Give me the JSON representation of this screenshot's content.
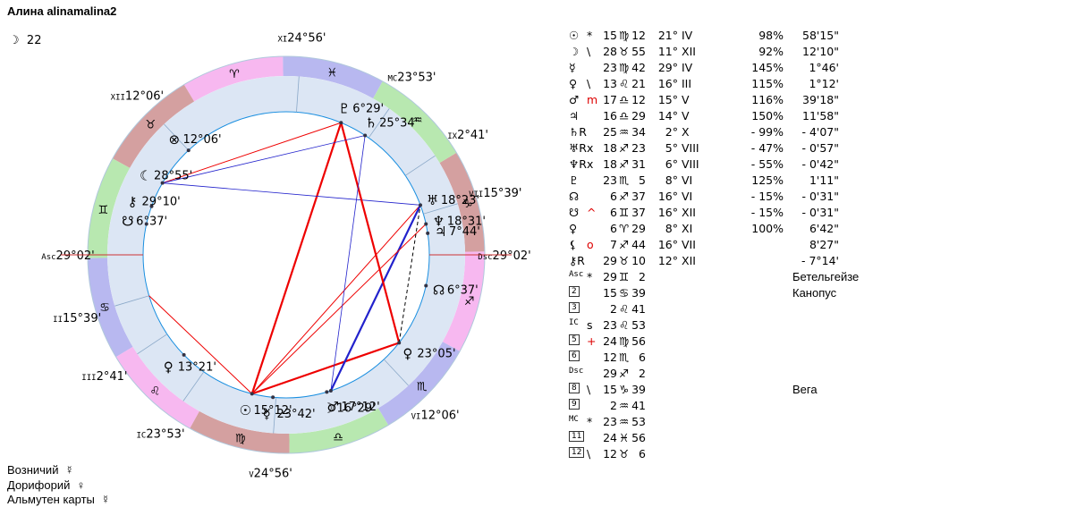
{
  "title": "Алина alinamalina2",
  "moon_day": {
    "glyph": "☽",
    "value": "22"
  },
  "colors": {
    "fire": "#f7b8f0",
    "earth": "#d4a0a0",
    "air": "#b8e8b0",
    "water": "#b8b8f0",
    "inner_band": "#dce6f4",
    "aspect_red": "#ee0000",
    "aspect_blue": "#2222cc",
    "ring_stroke": "#1a8fe0"
  },
  "chart": {
    "asc_deg": 89.033,
    "zodiac": [
      {
        "sign": "aries",
        "glyph": "♈",
        "color": "#f7b8f0"
      },
      {
        "sign": "taurus",
        "glyph": "♉",
        "color": "#d4a0a0"
      },
      {
        "sign": "gemini",
        "glyph": "♊",
        "color": "#b8e8b0"
      },
      {
        "sign": "cancer",
        "glyph": "♋",
        "color": "#b8b8f0"
      },
      {
        "sign": "leo",
        "glyph": "♌",
        "color": "#f7b8f0"
      },
      {
        "sign": "virgo",
        "glyph": "♍",
        "color": "#d4a0a0"
      },
      {
        "sign": "libra",
        "glyph": "♎",
        "color": "#b8e8b0"
      },
      {
        "sign": "scorpio",
        "glyph": "♏",
        "color": "#b8b8f0"
      },
      {
        "sign": "sagittarius",
        "glyph": "♐",
        "color": "#f7b8f0"
      },
      {
        "sign": "capricorn",
        "glyph": "♑",
        "color": "#d4a0a0"
      },
      {
        "sign": "aquarius",
        "glyph": "♒",
        "color": "#b8e8b0"
      },
      {
        "sign": "pisces",
        "glyph": "♓",
        "color": "#b8b8f0"
      }
    ],
    "houses": [
      {
        "label": "Asc",
        "deg": "29°02'",
        "lon": 89.033
      },
      {
        "label": "II",
        "deg": "15°39'",
        "lon": 105.65
      },
      {
        "label": "III",
        "deg": "2°41'",
        "lon": 122.683
      },
      {
        "label": "IC",
        "deg": "23°53'",
        "lon": 143.883
      },
      {
        "label": "V",
        "deg": "24°56'",
        "lon": 174.933
      },
      {
        "label": "VI",
        "deg": "12°06'",
        "lon": 222.1
      },
      {
        "label": "Dsc",
        "deg": "29°02'",
        "lon": 269.033
      },
      {
        "label": "VII",
        "deg": "15°39'",
        "lon": 285.65
      },
      {
        "label": "IX",
        "deg": "2°41'",
        "lon": 302.683
      },
      {
        "label": "MC",
        "deg": "23°53'",
        "lon": 323.883
      },
      {
        "label": "XI",
        "deg": "24°56'",
        "lon": 354.933
      },
      {
        "label": "XII",
        "deg": "12°06'",
        "lon": 42.1
      }
    ],
    "planets": [
      {
        "name": "sun",
        "glyph": "☉",
        "deg": "15°12'",
        "lon": 165.2
      },
      {
        "name": "moon",
        "glyph": "☽",
        "deg": "16°29'",
        "lon": 195.5
      },
      {
        "name": "mercury",
        "glyph": "☿",
        "deg": "23°42'",
        "lon": 173.7
      },
      {
        "name": "venus",
        "glyph": "♀",
        "deg": "23°05'",
        "lon": 231.1
      },
      {
        "name": "mars",
        "glyph": "♂",
        "deg": "17°12'",
        "lon": 197.2
      },
      {
        "name": "jupiter",
        "glyph": "♃",
        "deg": "7°44'",
        "lon": 277.7
      },
      {
        "name": "saturn",
        "glyph": "♄",
        "deg": "25°34'",
        "lon": 325.6
      },
      {
        "name": "uranus",
        "glyph": "♅",
        "deg": "18°23'",
        "lon": 289.4
      },
      {
        "name": "neptune",
        "glyph": "♆",
        "deg": "18°31'",
        "lon": 281.5
      },
      {
        "name": "pluto",
        "glyph": "♇",
        "deg": "6°29'",
        "lon": 336.5
      },
      {
        "name": "north-node",
        "glyph": "☊",
        "deg": "6°37'",
        "lon": 256.6
      },
      {
        "name": "south-node",
        "glyph": "☋",
        "deg": "6°37'",
        "lon": 76.6
      },
      {
        "name": "lilith",
        "glyph": "☾",
        "deg": "28°55'",
        "lon": 58.9
      },
      {
        "name": "selena",
        "glyph": "♀",
        "deg": "13°21'",
        "lon": 133.4
      },
      {
        "name": "chiron",
        "glyph": "⚷",
        "deg": "29°10'",
        "lon": 69.2
      },
      {
        "name": "fortune",
        "glyph": "⊗",
        "deg": "12°06'",
        "lon": 42.1
      }
    ],
    "aspects": [
      {
        "a": 336.5,
        "b": 165.2,
        "type": "red-thick"
      },
      {
        "a": 336.5,
        "b": 58.9,
        "type": "red"
      },
      {
        "a": 165.2,
        "b": 231.1,
        "type": "red-thick"
      },
      {
        "a": 165.2,
        "b": 289.4,
        "type": "red"
      },
      {
        "a": 58.9,
        "b": 289.4,
        "type": "blue"
      },
      {
        "a": 197.2,
        "b": 289.4,
        "type": "blue-thick"
      },
      {
        "a": 231.1,
        "b": 336.5,
        "type": "red-thick"
      },
      {
        "a": 165.2,
        "b": 281.5,
        "type": "red"
      },
      {
        "a": 197.2,
        "b": 325.6,
        "type": "blue"
      },
      {
        "a": 231.1,
        "b": 289.4,
        "type": "dash"
      },
      {
        "a": 58.9,
        "b": 325.6,
        "type": "blue"
      },
      {
        "a": 105.65,
        "b": 165.2,
        "type": "red"
      }
    ]
  },
  "planet_rows": [
    {
      "g": "☉",
      "f": "*",
      "d": "15",
      "s": "♍",
      "m": "12",
      "h": "21° IV",
      "p": "98%",
      "t": "58'15\""
    },
    {
      "g": "☽",
      "f": "\\",
      "d": "28",
      "s": "♉",
      "m": "55",
      "h": "11° XII",
      "p": "92%",
      "t": "12'10\""
    },
    {
      "g": "☿",
      "f": "",
      "d": "23",
      "s": "♍",
      "m": "42",
      "h": "29° IV",
      "p": "145%",
      "t": "1°46'"
    },
    {
      "g": "♀",
      "f": "\\",
      "d": "13",
      "s": "♌",
      "m": "21",
      "h": "16° III",
      "p": "115%",
      "t": "1°12'"
    },
    {
      "g": "♂",
      "f": "m",
      "d": "17",
      "s": "♎",
      "m": "12",
      "h": "15° V",
      "p": "116%",
      "t": "39'18\""
    },
    {
      "g": "♃",
      "f": "",
      "d": "16",
      "s": "♎",
      "m": "29",
      "h": "14° V",
      "p": "150%",
      "t": "11'58\""
    },
    {
      "g": "♄R",
      "f": "",
      "d": "25",
      "s": "♒",
      "m": "34",
      "h": "2° X",
      "p": "- 99%",
      "t": "- 4'07\""
    },
    {
      "g": "♅R",
      "f": "x",
      "d": "18",
      "s": "♐",
      "m": "23",
      "h": "5° VIII",
      "p": "- 47%",
      "t": "- 0'57\""
    },
    {
      "g": "♆R",
      "f": "x",
      "d": "18",
      "s": "♐",
      "m": "31",
      "h": "6° VIII",
      "p": "- 55%",
      "t": "- 0'42\""
    },
    {
      "g": "♇",
      "f": "",
      "d": "23",
      "s": "♏",
      "m": "5",
      "h": "8° VI",
      "p": "125%",
      "t": "1'11\""
    },
    {
      "g": "☊",
      "f": "",
      "d": "6",
      "s": "♐",
      "m": "37",
      "h": "16° VI",
      "p": "- 15%",
      "t": "- 0'31\""
    },
    {
      "g": "☋",
      "f": "^",
      "d": "6",
      "s": "♊",
      "m": "37",
      "h": "16° XII",
      "p": "- 15%",
      "t": "- 0'31\""
    },
    {
      "g": "♀",
      "f": "",
      "d": "6",
      "s": "♈",
      "m": "29",
      "h": "8° XI",
      "p": "100%",
      "t": "6'42\""
    },
    {
      "g": "⚸",
      "f": "o",
      "d": "7",
      "s": "♐",
      "m": "44",
      "h": "16° VII",
      "p": "",
      "t": "8'27\""
    },
    {
      "g": "⚷R",
      "f": "",
      "d": "29",
      "s": "♉",
      "m": "10",
      "h": "12° XII",
      "p": "",
      "t": "- 7°14'"
    }
  ],
  "house_rows": [
    {
      "h": "Asc",
      "f": "*",
      "d": "29",
      "s": "♊",
      "m": "2",
      "star": "Бетельгейзе"
    },
    {
      "h": "2",
      "f": "",
      "d": "15",
      "s": "♋",
      "m": "39",
      "star": "Канопус"
    },
    {
      "h": "3",
      "f": "",
      "d": "2",
      "s": "♌",
      "m": "41",
      "star": ""
    },
    {
      "h": "IC",
      "f": "s",
      "d": "23",
      "s": "♌",
      "m": "53",
      "star": ""
    },
    {
      "h": "5",
      "f": "+",
      "d": "24",
      "s": "♍",
      "m": "56",
      "star": ""
    },
    {
      "h": "6",
      "f": "",
      "d": "12",
      "s": "♏",
      "m": "6",
      "star": ""
    },
    {
      "h": "Dsc",
      "f": "",
      "d": "29",
      "s": "♐",
      "m": "2",
      "star": ""
    },
    {
      "h": "8",
      "f": "\\",
      "d": "15",
      "s": "♑",
      "m": "39",
      "star": "Вега"
    },
    {
      "h": "9",
      "f": "",
      "d": "2",
      "s": "♒",
      "m": "41",
      "star": ""
    },
    {
      "h": "MC",
      "f": "*",
      "d": "23",
      "s": "♒",
      "m": "53",
      "star": ""
    },
    {
      "h": "11",
      "f": "",
      "d": "24",
      "s": "♓",
      "m": "56",
      "star": ""
    },
    {
      "h": "12",
      "f": "\\",
      "d": "12",
      "s": "♉",
      "m": "6",
      "star": ""
    }
  ],
  "footer": {
    "ruler": {
      "label": "Возничий",
      "glyph": "☿"
    },
    "doryphory": {
      "label": "Дорифорий",
      "glyph": "♀"
    },
    "almuten": {
      "label": "Альмутен карты",
      "glyph": "☿"
    }
  }
}
